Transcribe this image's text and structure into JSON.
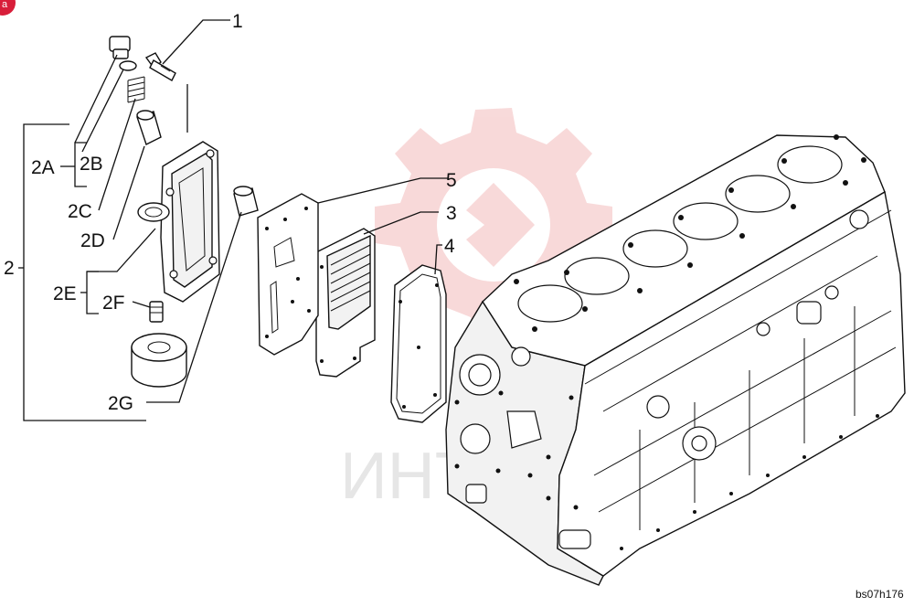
{
  "callouts": {
    "c1": "1",
    "c2": "2",
    "c2A": "2A",
    "c2B": "2B",
    "c2C": "2C",
    "c2D": "2D",
    "c2E": "2E",
    "c2F": "2F",
    "c2G": "2G",
    "c3": "3",
    "c4": "4",
    "c5": "5"
  },
  "drawing_code": "bs07h176",
  "corner_badge": "a",
  "watermark_text": "ИНТЕХ",
  "colors": {
    "watermark": "#f3c9c9",
    "badge": "#d81e3a",
    "ink": "#111111"
  }
}
